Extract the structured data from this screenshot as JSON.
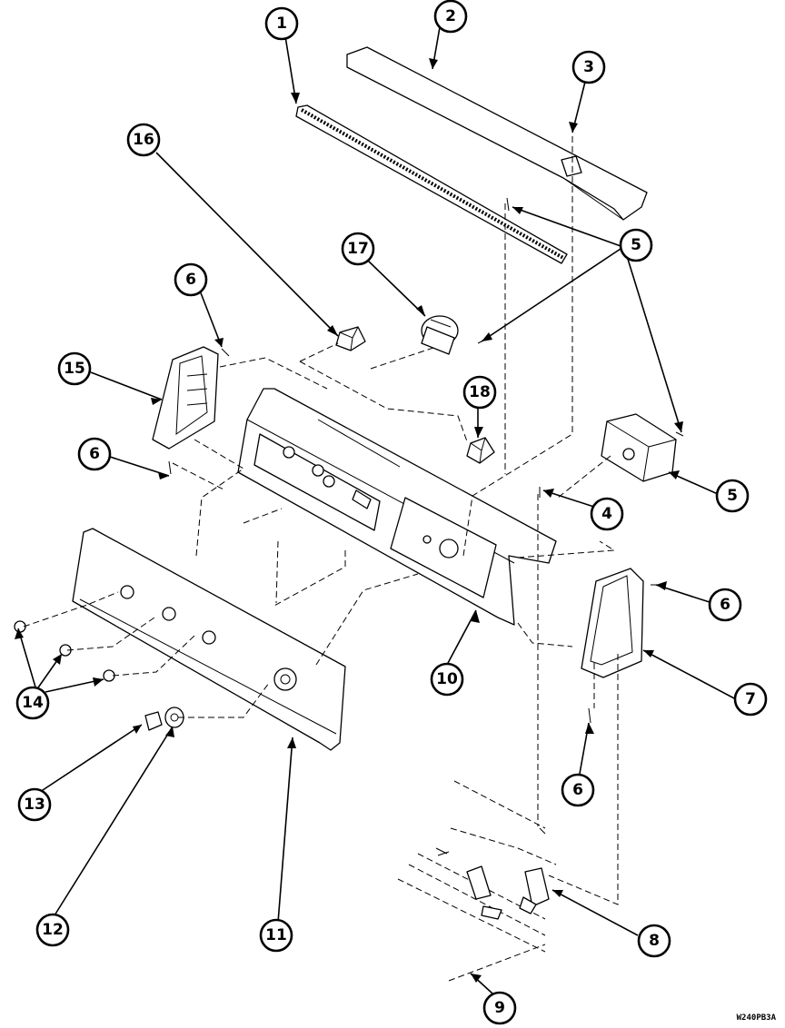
{
  "callouts": [
    {
      "id": "callout-1",
      "label": "1"
    },
    {
      "id": "callout-2",
      "label": "2"
    },
    {
      "id": "callout-3",
      "label": "3"
    },
    {
      "id": "callout-4",
      "label": "4"
    },
    {
      "id": "callout-5a",
      "label": "5"
    },
    {
      "id": "callout-5b",
      "label": "5"
    },
    {
      "id": "callout-6a",
      "label": "6"
    },
    {
      "id": "callout-6b",
      "label": "6"
    },
    {
      "id": "callout-6c",
      "label": "6"
    },
    {
      "id": "callout-6d",
      "label": "6"
    },
    {
      "id": "callout-7",
      "label": "7"
    },
    {
      "id": "callout-8",
      "label": "8"
    },
    {
      "id": "callout-9",
      "label": "9"
    },
    {
      "id": "callout-10",
      "label": "10"
    },
    {
      "id": "callout-11",
      "label": "11"
    },
    {
      "id": "callout-12",
      "label": "12"
    },
    {
      "id": "callout-13",
      "label": "13"
    },
    {
      "id": "callout-14",
      "label": "14"
    },
    {
      "id": "callout-15",
      "label": "15"
    },
    {
      "id": "callout-16",
      "label": "16"
    },
    {
      "id": "callout-17",
      "label": "17"
    },
    {
      "id": "callout-18",
      "label": "18"
    }
  ],
  "drawing_id": "W240PB3A"
}
